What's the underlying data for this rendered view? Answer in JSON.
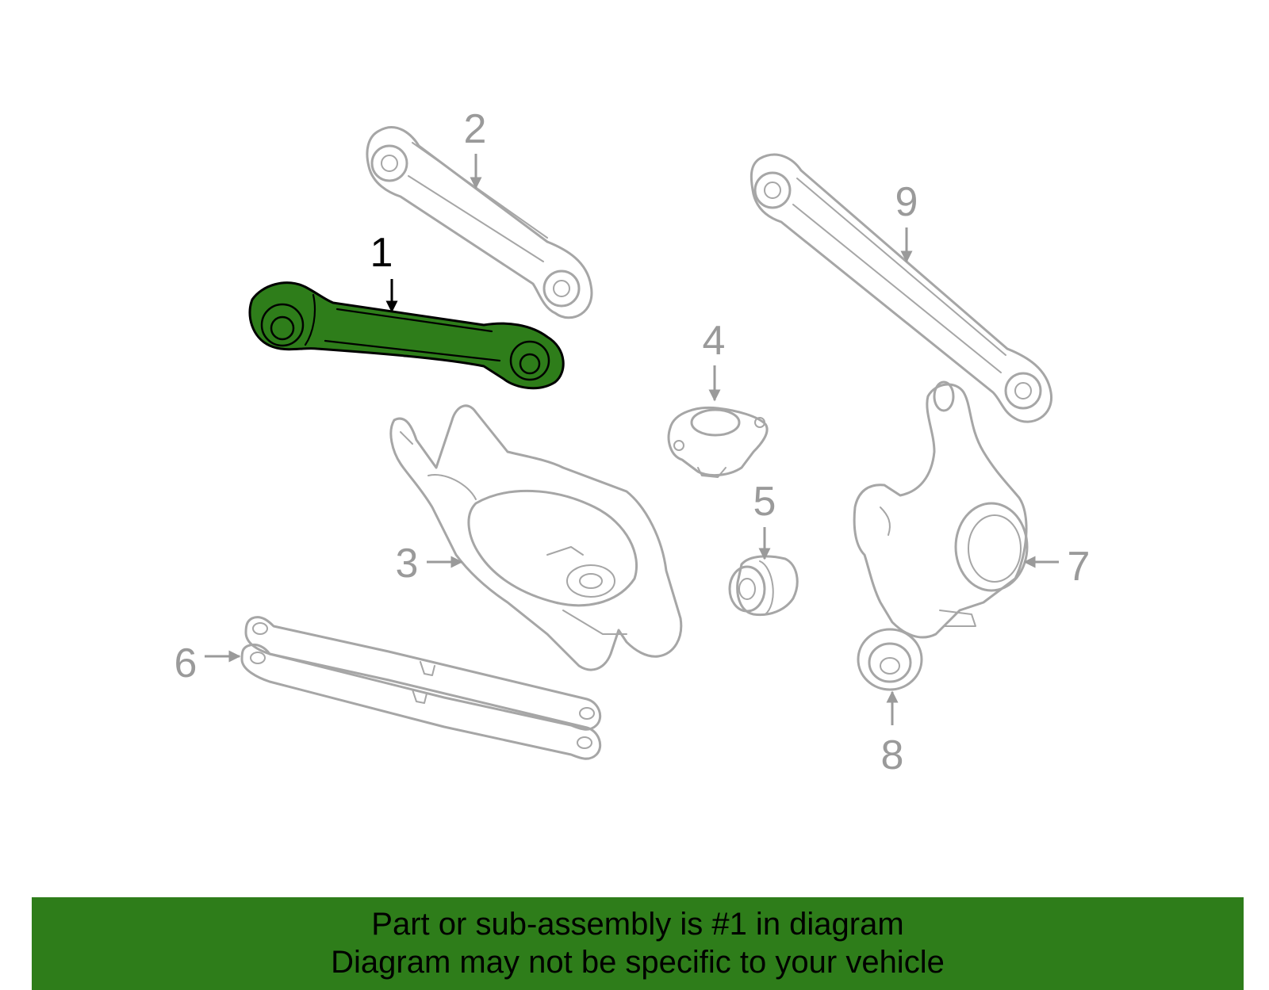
{
  "diagram": {
    "callouts": [
      "1",
      "2",
      "3",
      "4",
      "5",
      "6",
      "7",
      "8",
      "9"
    ],
    "highlighted_part": "1",
    "highlight_color": "#2e7d1a",
    "part_line_color": "#a6a6a6"
  },
  "banner": {
    "line1": "Part or sub-assembly is #1 in diagram",
    "line2": "Diagram may not be specific to your vehicle",
    "background": "#2e7d1a"
  }
}
